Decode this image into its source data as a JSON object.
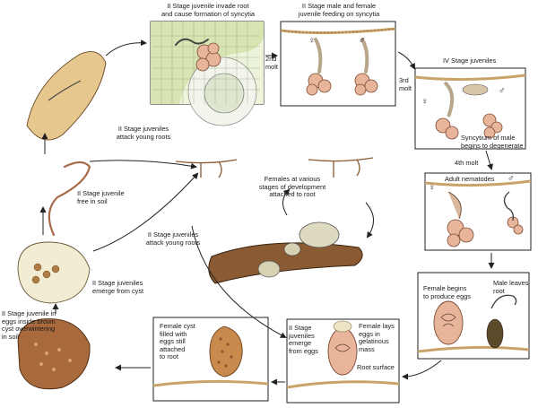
{
  "labels": {
    "invade_1": "II Stage juvenile invade root",
    "invade_2": "and cause formation of syncytia",
    "feeding_1": "II Stage male and female",
    "feeding_2": "juvenile feeding on syncytia",
    "molt2_1": "2nd",
    "molt2_2": "molt",
    "iv_stage": "IV Stage juveniles",
    "molt3_1": "3rd",
    "molt3_2": "molt",
    "syncytium_1": "Syncytium of male",
    "syncytium_2": "begins to degenerate",
    "molt4": "4th molt",
    "adult": "Adult nematodes",
    "attack1_1": "II Stage juveniles",
    "attack1_2": "attack young roots",
    "free_1": "II Stage juvenile",
    "free_2": "free in soil",
    "females_1": "Females at various",
    "females_2": "stages of development",
    "females_3": "attached to root",
    "attack2_1": "II Stage juveniles",
    "attack2_2": "attack young roots",
    "emerge_1": "II Stage juveniles",
    "emerge_2": "emerge from cyst",
    "eggs_brown_1": "II Stage juvenile in",
    "eggs_brown_2": "eggs inside brown",
    "eggs_brown_3": "cyst overwintering",
    "eggs_brown_4": "in soil",
    "female_begins_1": "Female begins",
    "female_begins_2": "to produce eggs",
    "male_leaves_1": "Male leaves",
    "male_leaves_2": "root",
    "cyst_1": "Female cyst",
    "cyst_2": "filled with",
    "cyst_3": "eggs still",
    "cyst_4": "attached",
    "cyst_5": "to root",
    "emerged_1": "II Stage",
    "emerged_2": "juveniles",
    "emerged_3": "emerge",
    "emerged_4": "from eggs",
    "lays_1": "Female lays",
    "lays_2": "eggs in",
    "lays_3": "gelatinous",
    "lays_4": "mass",
    "root_surface": "Root surface"
  },
  "symbols": {
    "female": "♀",
    "male": "♂"
  },
  "colors": {
    "cyst": "#e8b59a",
    "brown_cyst": "#a8693c",
    "root": "#c9a46a",
    "root_dark": "#7a5532",
    "tissue": "#c4dba0"
  }
}
